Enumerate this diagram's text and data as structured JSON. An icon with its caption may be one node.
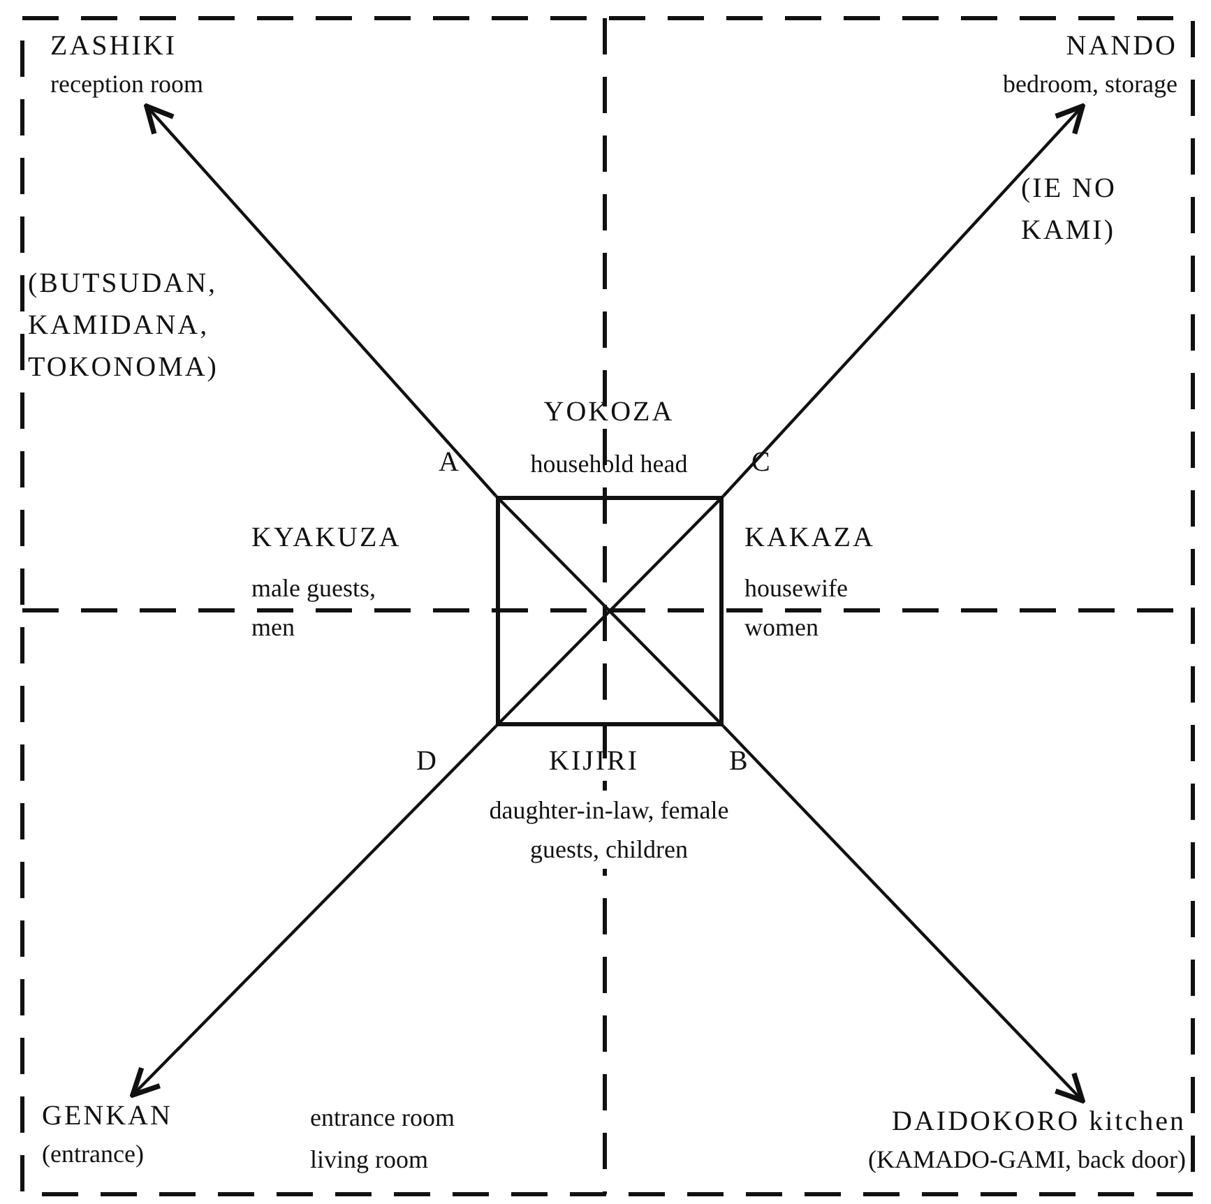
{
  "diagram": {
    "nodes": [
      {
        "text": [
          "ZASHIKI",
          "reception room"
        ]
      },
      {
        "text": [
          "NANDO",
          "bedroom, storage"
        ],
        "beside": [
          "(IE NO KAMI)"
        ]
      },
      {
        "text": [],
        "shape": "box",
        "beside": [
          "YOKOZA",
          "household head",
          "KYAKUZA",
          "male guests, men",
          "KAKAZA",
          "housewife women",
          "KIJIRI",
          "daughter-in-law, female guests, children"
        ]
      },
      {
        "text": [
          "GENKAN",
          "(entrance)"
        ]
      },
      {
        "text": [
          "DAIDOKORO kitchen",
          "(KAMADO-GAMI, back door)"
        ]
      }
    ],
    "edges": [
      {
        "from": 2,
        "to": 0,
        "arrow": "to"
      },
      {
        "from": 2,
        "to": 1,
        "arrow": "to"
      },
      {
        "from": 2,
        "to": 3,
        "arrow": "to"
      },
      {
        "from": 2,
        "to": 4,
        "arrow": "to"
      }
    ],
    "labels": [
      "(BUTSUDAN, KAMIDANA, TOKONOMA)",
      "A",
      "C",
      "D",
      "B",
      "entrance room",
      "living room"
    ]
  }
}
